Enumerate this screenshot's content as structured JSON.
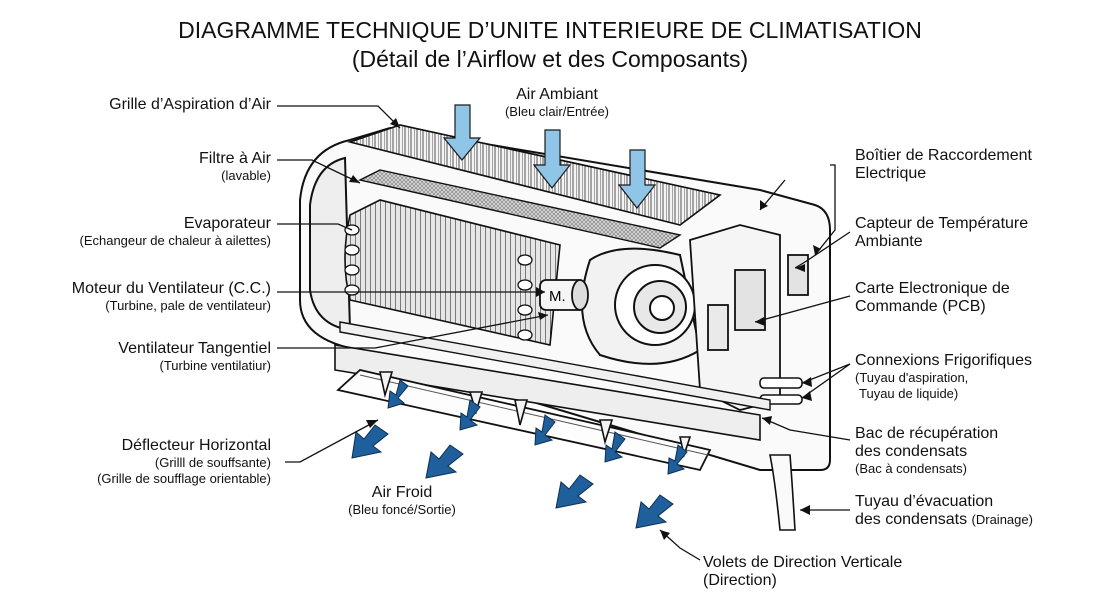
{
  "title": "DIAGRAMME TECHNIQUE D’UNITE INTERIEURE DE CLIMATISATION",
  "subtitle": "(Détail de l’Airflow et des Composants)",
  "motor_mark": "M.",
  "colors": {
    "inflow": "#8fc6e8",
    "outflow": "#1f5f9c",
    "line": "#111111"
  },
  "labels": {
    "grille": {
      "main": "Grille d’Aspiration d’Air"
    },
    "filtre": {
      "main": "Filtre à Air",
      "sub": "(lavable)"
    },
    "evap": {
      "main": "Evaporateur",
      "sub": "(Echangeur de chaleur à ailettes)"
    },
    "moteur": {
      "main": "Moteur du Ventilateur (C.C.)",
      "sub": "(Turbine, pale de ventilateur)"
    },
    "tangentiel": {
      "main": "Ventilateur Tangentiel",
      "sub": "(Turbine ventilatiur)"
    },
    "deflecteur": {
      "main": "Déflecteur Horizontal",
      "sub1": "(Grilll de souffsante)",
      "sub2": "(Grille de soufflage orientable)"
    },
    "air_ambiant": {
      "main": "Air Ambiant",
      "sub": "(Bleu clair/Entrée)"
    },
    "air_froid": {
      "main": "Air Froid",
      "sub": "(Bleu foncé/Sortie)"
    },
    "volets": {
      "main": "Volets de Direction Verticale",
      "sub": "(Direction)"
    },
    "boitier": {
      "line1": "Boîtier de Raccordement",
      "line2": "Electrique"
    },
    "capteur": {
      "line1": "Capteur de Température",
      "line2": "Ambiante"
    },
    "carte": {
      "line1": "Carte Electronique de",
      "line2": "Commande (PCB)"
    },
    "connexions": {
      "main": "Connexions Frigorifiques",
      "sub1": "(Tuyau d'aspiration,",
      "sub2": "Tuyau de liquide)"
    },
    "bac": {
      "line1": "Bac de récupération",
      "line2": "des condensats",
      "sub": "(Bac à condensats)"
    },
    "tuyau": {
      "line1": "Tuyau d’évacuation",
      "line2": "des condensats",
      "sub": "(Drainage)"
    }
  }
}
